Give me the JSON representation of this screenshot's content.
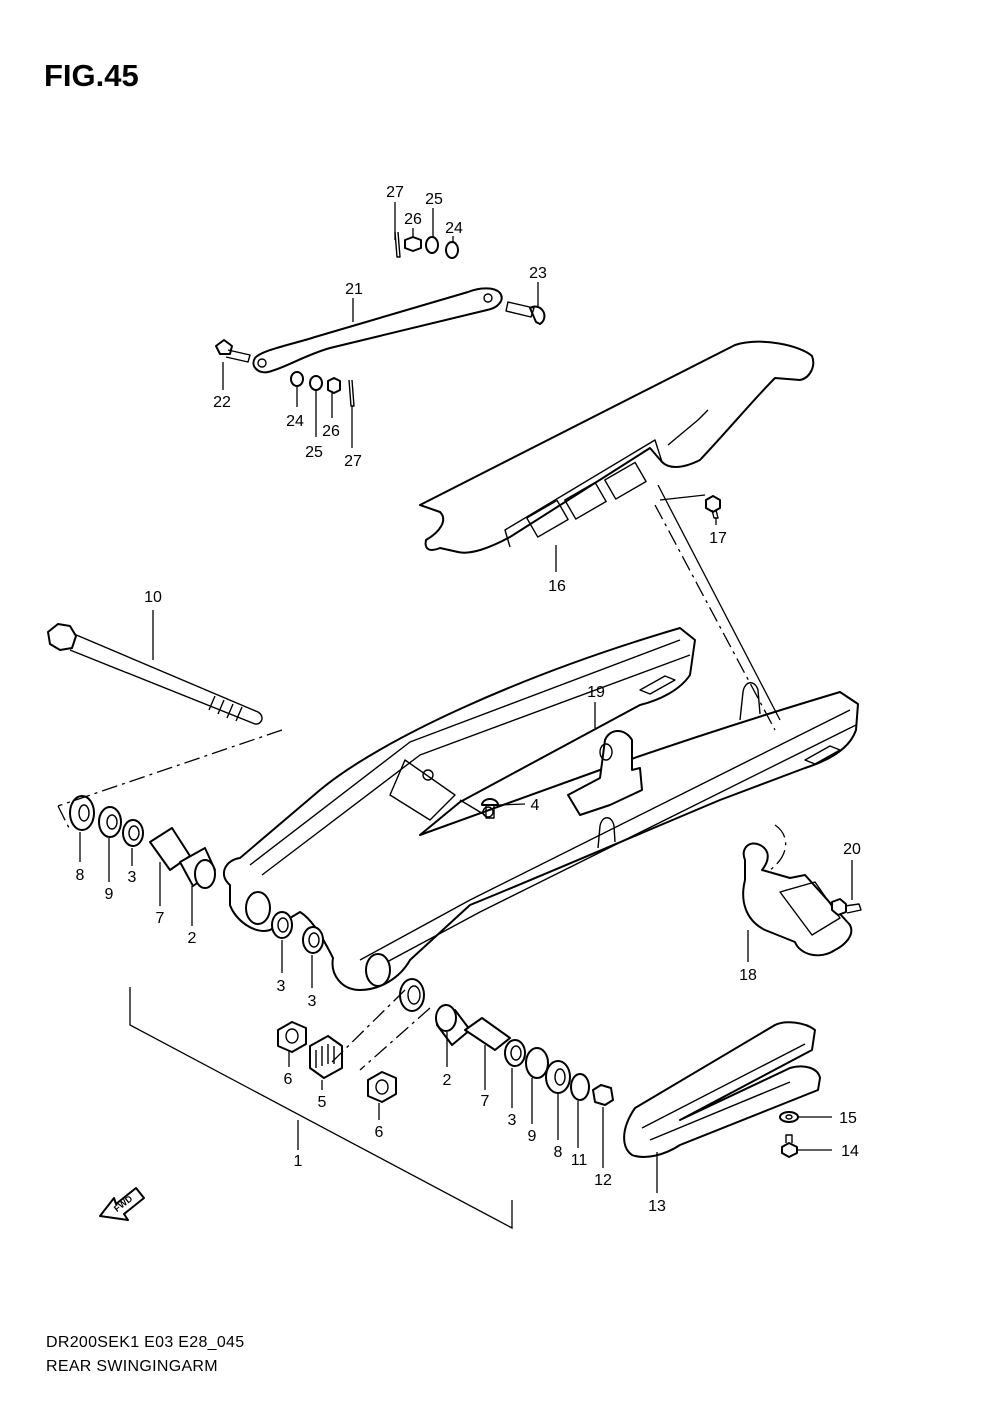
{
  "figure": {
    "title": "FIG.45",
    "model_code": "DR200SEK1 E03 E28_045",
    "name": "REAR SWINGINGARM",
    "fwd_label": "FWD"
  },
  "callouts": [
    {
      "id": "c27a",
      "label": "27"
    },
    {
      "id": "c26a",
      "label": "26"
    },
    {
      "id": "c25a",
      "label": "25"
    },
    {
      "id": "c24a",
      "label": "24"
    },
    {
      "id": "c23",
      "label": "23"
    },
    {
      "id": "c21",
      "label": "21"
    },
    {
      "id": "c22",
      "label": "22"
    },
    {
      "id": "c24b",
      "label": "24"
    },
    {
      "id": "c25b",
      "label": "25"
    },
    {
      "id": "c26b",
      "label": "26"
    },
    {
      "id": "c27b",
      "label": "27"
    },
    {
      "id": "c17",
      "label": "17"
    },
    {
      "id": "c16",
      "label": "16"
    },
    {
      "id": "c10",
      "label": "10"
    },
    {
      "id": "c19",
      "label": "19"
    },
    {
      "id": "c4",
      "label": "4"
    },
    {
      "id": "c8a",
      "label": "8"
    },
    {
      "id": "c9a",
      "label": "9"
    },
    {
      "id": "c3a",
      "label": "3"
    },
    {
      "id": "c7a",
      "label": "7"
    },
    {
      "id": "c2a",
      "label": "2"
    },
    {
      "id": "c20",
      "label": "20"
    },
    {
      "id": "c18",
      "label": "18"
    },
    {
      "id": "c3b",
      "label": "3"
    },
    {
      "id": "c3c",
      "label": "3"
    },
    {
      "id": "c6a",
      "label": "6"
    },
    {
      "id": "c5",
      "label": "5"
    },
    {
      "id": "c6b",
      "label": "6"
    },
    {
      "id": "c2b",
      "label": "2"
    },
    {
      "id": "c7b",
      "label": "7"
    },
    {
      "id": "c3d",
      "label": "3"
    },
    {
      "id": "c9b",
      "label": "9"
    },
    {
      "id": "c8b",
      "label": "8"
    },
    {
      "id": "c11",
      "label": "11"
    },
    {
      "id": "c12",
      "label": "12"
    },
    {
      "id": "c15",
      "label": "15"
    },
    {
      "id": "c14",
      "label": "14"
    },
    {
      "id": "c13",
      "label": "13"
    },
    {
      "id": "c1",
      "label": "1"
    }
  ]
}
